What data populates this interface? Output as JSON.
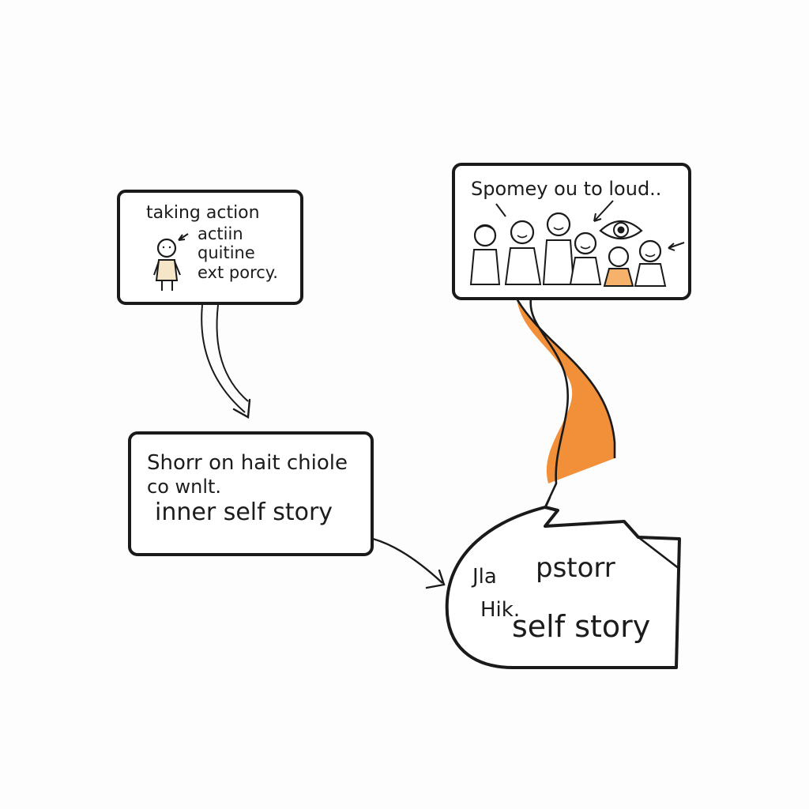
{
  "colors": {
    "ink": "#1a1a1a",
    "paper": "#fdfdfd",
    "accent": "#f2903a",
    "skin": "#f6e6c8",
    "orange_shirt": "#f6b26b"
  },
  "box_action": {
    "line1": "taking action",
    "line2": "actiin",
    "line3": "quitine",
    "line4": "ext porcy."
  },
  "box_loud": {
    "title": "Spomey ou to loud.."
  },
  "box_inner": {
    "line1": "Shorr on hait chiole",
    "line2": "co wnlt.",
    "line3": "inner self story"
  },
  "box_self": {
    "line1": "Jla",
    "line2": "pstorr",
    "line3": "Hik.",
    "line4": "self story"
  },
  "icons": {
    "person": "stick-person-icon",
    "eye": "eye-icon"
  }
}
